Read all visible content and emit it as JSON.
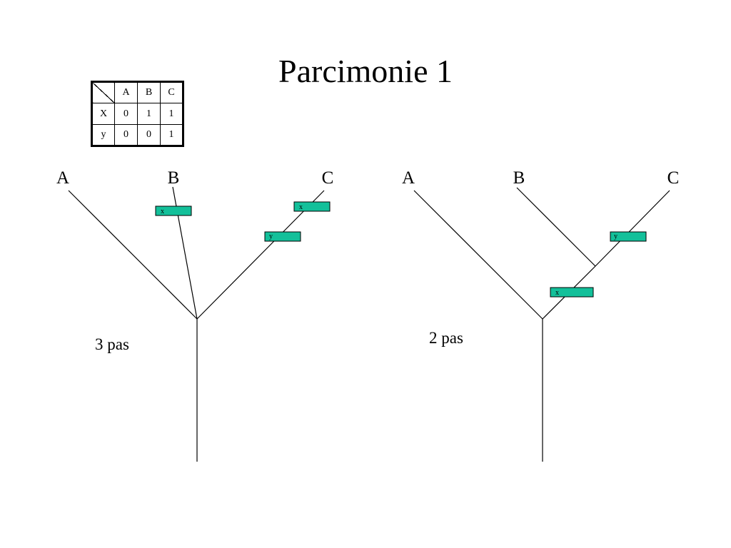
{
  "title": "Parcimonie 1",
  "character_table": {
    "columns": [
      "A",
      "B",
      "C"
    ],
    "rows": [
      {
        "label": "X",
        "values": [
          "0",
          "1",
          "1"
        ]
      },
      {
        "label": "y",
        "values": [
          "0",
          "0",
          "1"
        ]
      }
    ]
  },
  "trees": [
    {
      "leaves": [
        "A",
        "B",
        "C"
      ],
      "markers": [
        "x",
        "x",
        "y"
      ],
      "steps_label": "3 pas"
    },
    {
      "leaves": [
        "A",
        "B",
        "C"
      ],
      "markers": [
        "y",
        "x"
      ],
      "steps_label": "2 pas"
    }
  ],
  "colors": {
    "marker_fill": "#13c09a",
    "line": "#000000"
  }
}
